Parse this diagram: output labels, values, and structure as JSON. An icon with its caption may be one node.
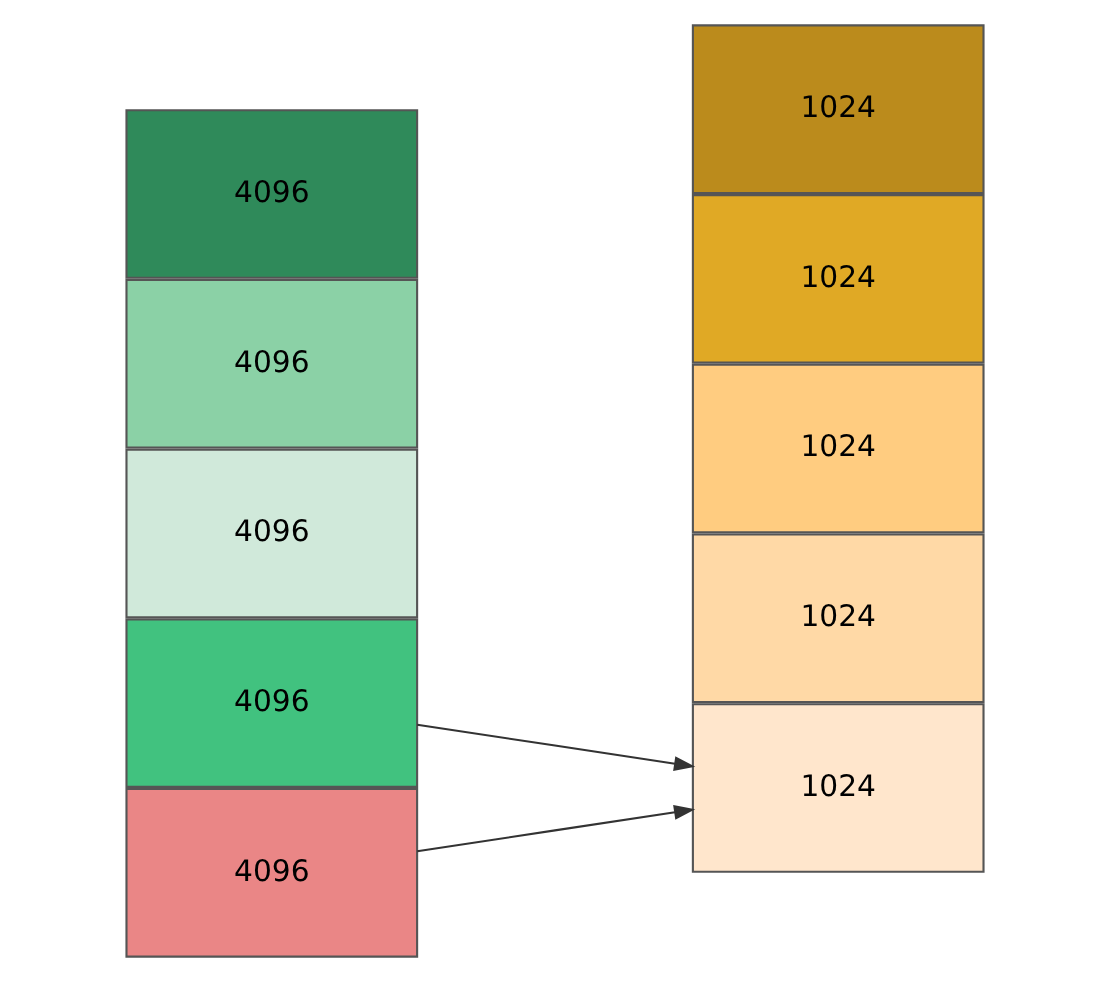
{
  "diagram": {
    "nodes": [
      {
        "text": [
          "4096"
        ]
      },
      {
        "text": [
          "4096"
        ]
      },
      {
        "text": [
          "4096"
        ]
      },
      {
        "text": [
          "4096"
        ]
      },
      {
        "text": [
          "4096"
        ]
      },
      {
        "text": [
          "1024"
        ]
      },
      {
        "text": [
          "1024"
        ]
      },
      {
        "text": [
          "1024"
        ]
      },
      {
        "text": [
          "1024"
        ]
      },
      {
        "text": [
          "1024"
        ]
      }
    ],
    "edges": [
      {
        "from": 0,
        "to": 5,
        "arrow": "to"
      },
      {
        "from": 3,
        "to": 5,
        "arrow": "to"
      }
    ]
  }
}
